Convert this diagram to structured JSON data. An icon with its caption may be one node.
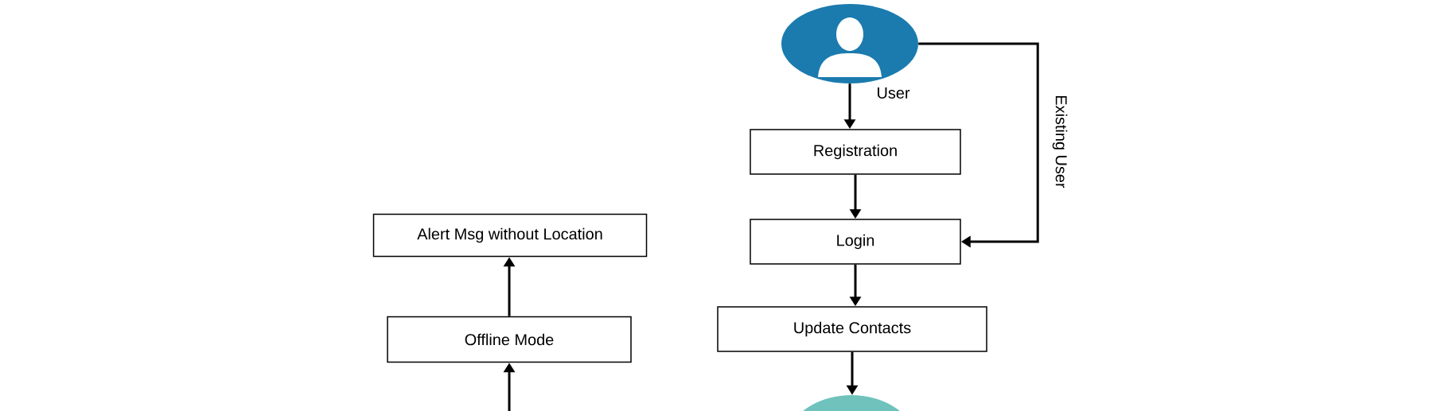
{
  "diagram": {
    "nodes": [
      {
        "text": [],
        "shape": "circle",
        "beside": [
          "User"
        ]
      },
      {
        "text": [
          "Registration"
        ]
      },
      {
        "text": [
          "Login"
        ]
      },
      {
        "text": [
          "Update Contacts"
        ]
      },
      {
        "text": [],
        "shape": "circle"
      },
      {
        "text": [
          "Alert Msg without Location"
        ]
      },
      {
        "text": [
          "Offline Mode"
        ]
      }
    ],
    "edges": [
      {
        "from": 0,
        "to": 1,
        "arrow": "to"
      },
      {
        "from": 1,
        "to": 2,
        "arrow": "to"
      },
      {
        "from": 2,
        "to": 3,
        "arrow": "to"
      },
      {
        "from": 3,
        "to": 4,
        "arrow": "to"
      },
      {
        "from": 0,
        "to": 2,
        "arrow": "to",
        "label": "Existing User"
      },
      {
        "from": 6,
        "to": 5,
        "arrow": "to"
      },
      {
        "from": null,
        "to": 6,
        "arrow": "to"
      }
    ]
  }
}
